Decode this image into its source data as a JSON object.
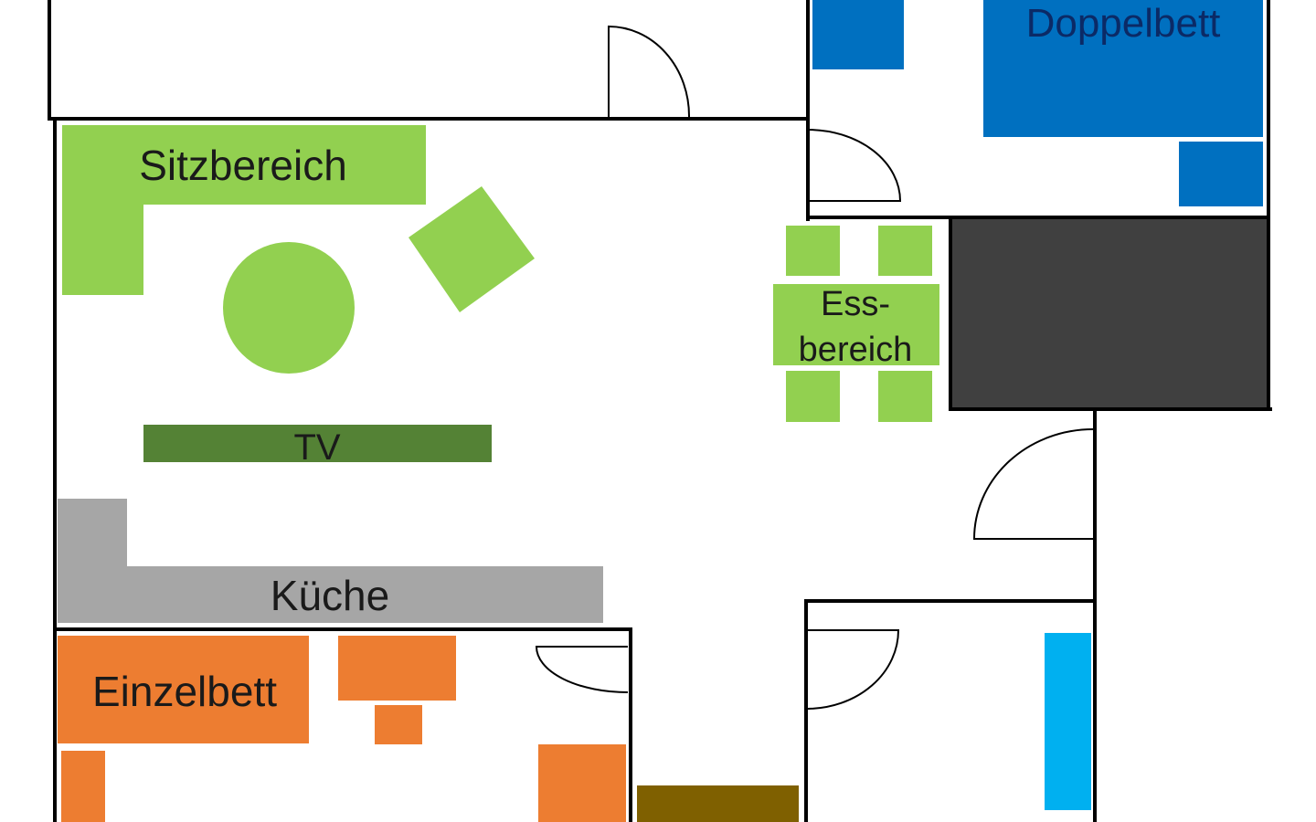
{
  "labels": {
    "double_bed": "Doppelbett",
    "seating": "Sitzbereich",
    "dining_line1": "Ess-",
    "dining_line2": "bereich",
    "tv": "TV",
    "kitchen": "Küche",
    "single_bed": "Einzelbett"
  },
  "colors": {
    "wall": "#000000",
    "living_green": "#92d050",
    "tv_green": "#548235",
    "kitchen_grey": "#a6a6a6",
    "bedroom_blue": "#0070c0",
    "bath_blue": "#00b0f0",
    "single_orange": "#ed7d31",
    "dark_block": "#404040",
    "brown": "#7f6000"
  }
}
